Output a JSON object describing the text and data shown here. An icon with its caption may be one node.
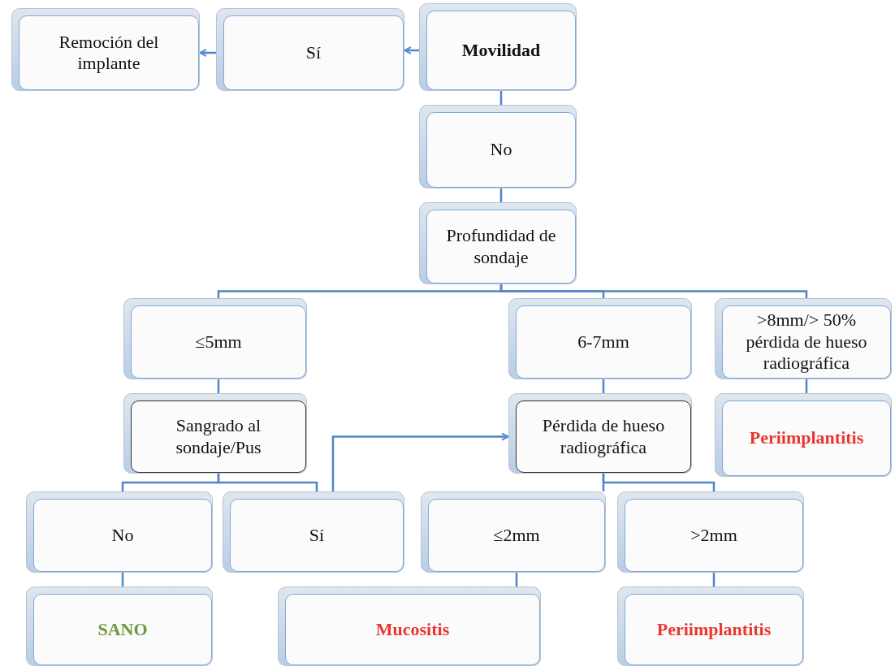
{
  "diagram": {
    "nodes": [
      {
        "text": [
          "Movilidad"
        ]
      },
      {
        "text": [
          "Sí"
        ]
      },
      {
        "text": [
          "Remoción del implante"
        ]
      },
      {
        "text": [
          "No"
        ]
      },
      {
        "text": [
          "Profundidad de sondaje"
        ]
      },
      {
        "text": [
          "≤5mm"
        ]
      },
      {
        "text": [
          "6-7mm"
        ]
      },
      {
        "text": [
          ">8mm/> 50% pérdida de hueso radiográfica"
        ]
      },
      {
        "text": [
          "Sangrado al sondaje/Pus"
        ]
      },
      {
        "text": [
          "Pérdida de hueso radiográfica"
        ]
      },
      {
        "text": [
          "Periimplantitis"
        ]
      },
      {
        "text": [
          "No"
        ]
      },
      {
        "text": [
          "Sí"
        ]
      },
      {
        "text": [
          "≤2mm"
        ]
      },
      {
        "text": [
          ">2mm"
        ]
      },
      {
        "text": [
          "SANO"
        ]
      },
      {
        "text": [
          "Mucositis"
        ]
      },
      {
        "text": [
          "Periimplantitis"
        ]
      }
    ],
    "edges": [
      {
        "from": 0,
        "to": 1,
        "arrow": "to"
      },
      {
        "from": 1,
        "to": 2,
        "arrow": "to"
      },
      {
        "from": 0,
        "to": 3,
        "arrow": "none"
      },
      {
        "from": 3,
        "to": 4,
        "arrow": "none"
      },
      {
        "from": 4,
        "to": 5,
        "arrow": "none"
      },
      {
        "from": 4,
        "to": 6,
        "arrow": "none"
      },
      {
        "from": 4,
        "to": 7,
        "arrow": "none"
      },
      {
        "from": 5,
        "to": 8,
        "arrow": "none"
      },
      {
        "from": 6,
        "to": 9,
        "arrow": "none"
      },
      {
        "from": 7,
        "to": 10,
        "arrow": "none"
      },
      {
        "from": 8,
        "to": 11,
        "arrow": "none"
      },
      {
        "from": 8,
        "to": 12,
        "arrow": "none"
      },
      {
        "from": 12,
        "to": 9,
        "arrow": "to"
      },
      {
        "from": 9,
        "to": 13,
        "arrow": "none"
      },
      {
        "from": 9,
        "to": 14,
        "arrow": "none"
      },
      {
        "from": 11,
        "to": 15,
        "arrow": "none"
      },
      {
        "from": 13,
        "to": 16,
        "arrow": "none"
      },
      {
        "from": 14,
        "to": 17,
        "arrow": "none"
      }
    ]
  }
}
